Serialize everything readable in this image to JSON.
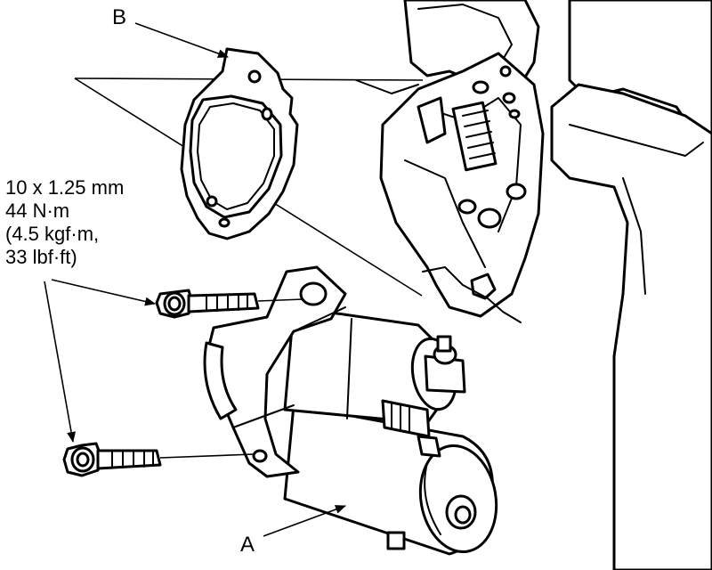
{
  "labels": {
    "gasket": "B",
    "starter": "A"
  },
  "torque_spec": {
    "size": "10 x 1.25 mm",
    "torque_nm": "44 N·m",
    "torque_kgf": "(4.5 kgf·m,",
    "torque_lbf": "33 lbf·ft)"
  },
  "colors": {
    "line": "#000000",
    "background": "#ffffff"
  }
}
